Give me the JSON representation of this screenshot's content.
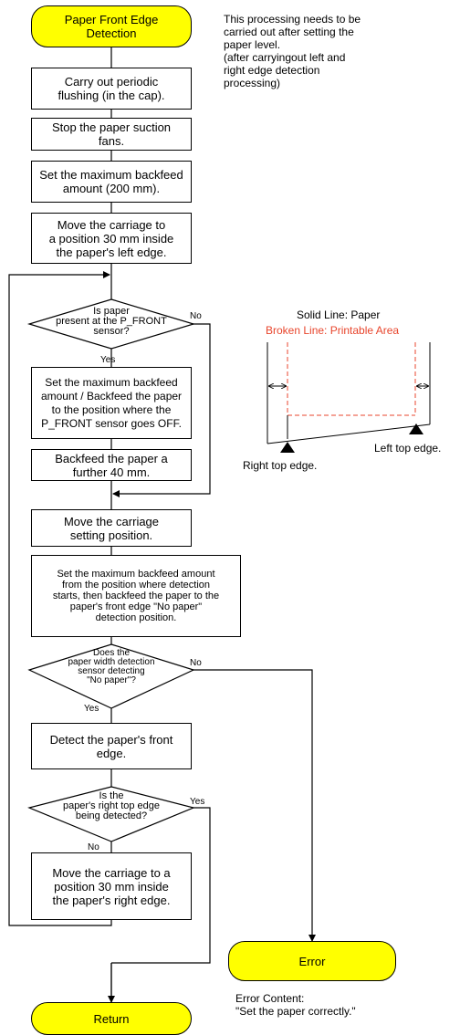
{
  "start": {
    "label_line1": "Paper Front Edge",
    "label_line2": "Detection"
  },
  "note_top": [
    "This processing needs to be",
    "carried out after setting the",
    "paper level.",
    "(after carryingout left and",
    "right edge detection",
    "processing)"
  ],
  "steps": {
    "periodic_flushing": [
      "Carry out periodic",
      "flushing (in the cap)."
    ],
    "stop_fans": [
      "Stop the paper suction",
      "fans."
    ],
    "set_backfeed": [
      "Set the maximum backfeed",
      "amount (200 mm)."
    ],
    "move_left": [
      "Move the carriage to",
      "a position 30 mm inside",
      "the paper's left edge."
    ],
    "backfeed_off": [
      "Set the maximum backfeed",
      "amount / Backfeed the paper",
      "to  the position where the",
      "P_FRONT sensor goes OFF."
    ],
    "backfeed_40": [
      "Backfeed the paper a",
      "further 40 mm."
    ],
    "move_setting": [
      "Move the carriage",
      "setting position."
    ],
    "backfeed_nopaper": [
      "Set the maximum backfeed amount",
      "from the position where detection",
      "starts, then backfeed the paper to the",
      "paper's front edge \"No paper\"",
      "detection position."
    ],
    "detect_front": [
      "Detect the paper's front",
      "edge."
    ],
    "move_right": [
      "Move the carriage to a",
      "position 30 mm inside",
      "the paper's right edge."
    ]
  },
  "decisions": {
    "p_front": [
      "Is paper",
      "present at the P_FRONT",
      "sensor?"
    ],
    "width_sensor": [
      "Does the",
      "paper width detection",
      "sensor detecting",
      "\"No paper\"?"
    ],
    "right_edge": [
      "Is the",
      "paper's right top edge",
      "being detected?"
    ]
  },
  "labels": {
    "yes": "Yes",
    "no": "No"
  },
  "end_return": "Return",
  "end_error": "Error",
  "error_content": [
    "Error Content:",
    "\"Set the paper correctly.\""
  ],
  "legend": {
    "solid": "Solid Line: Paper",
    "broken": "Broken Line: Printable Area",
    "left_top": "Left top edge.",
    "right_top": "Right top edge."
  },
  "colors": {
    "terminal_fill": "#ffff00",
    "broken_line": "#e8452c"
  }
}
